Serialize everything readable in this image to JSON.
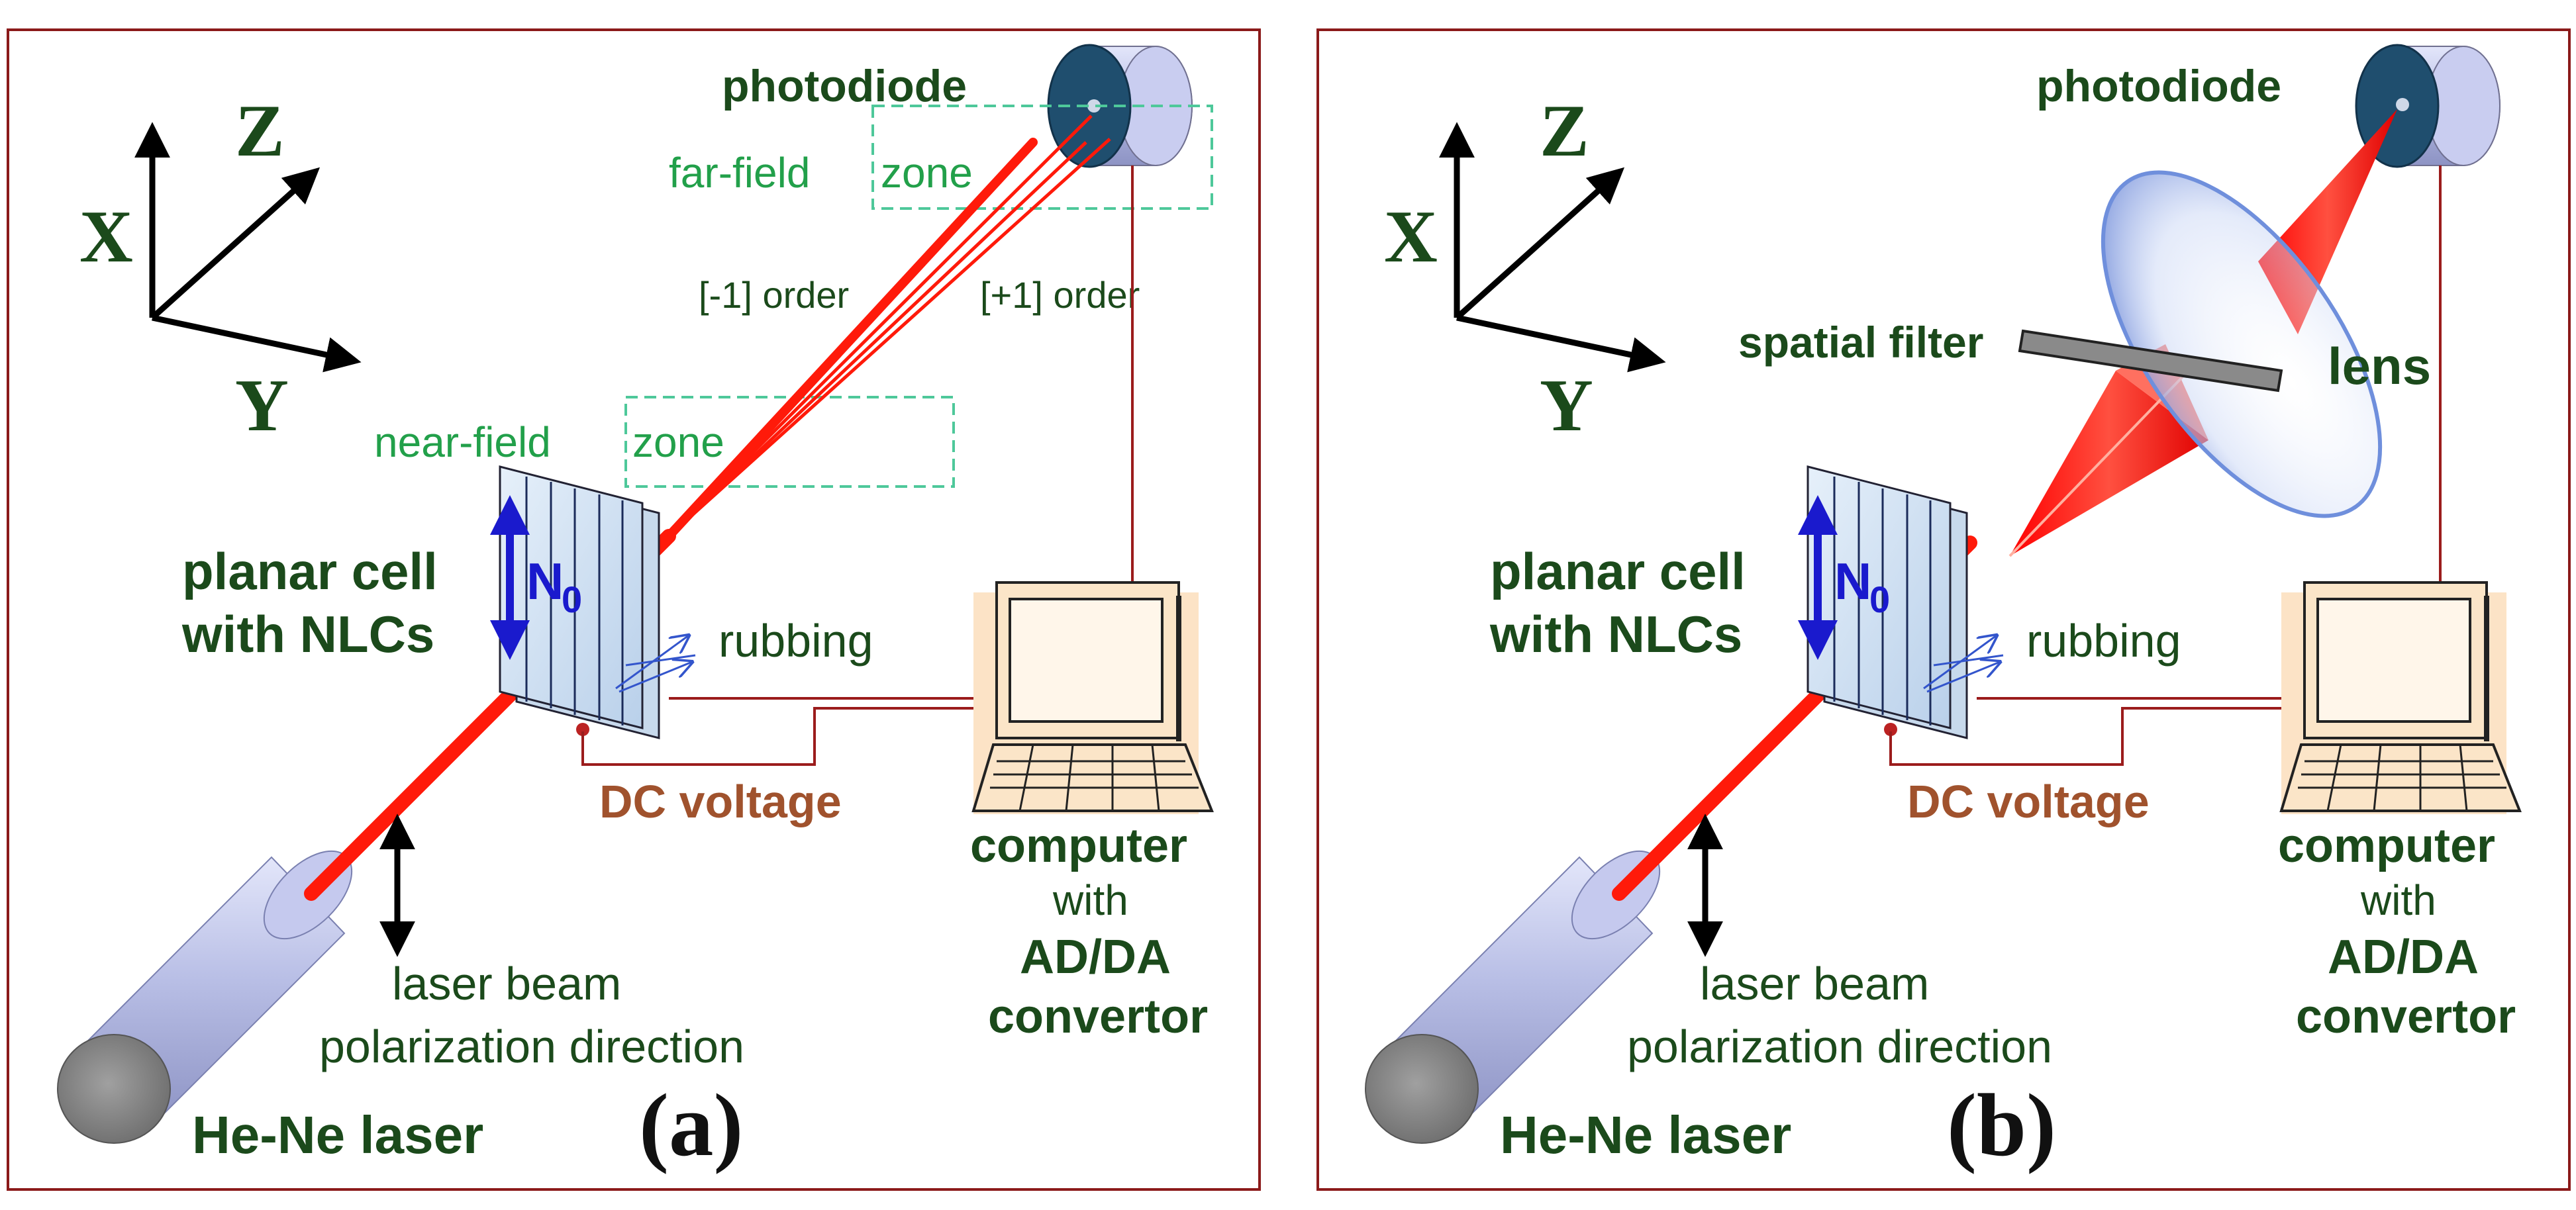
{
  "colors": {
    "frame": "#8b1a1a",
    "beam": "#ff1a0a",
    "text_dark_green": "#1b4a1b",
    "zone_green": "#22a04a",
    "dc_label": "#a0522d",
    "n0_blue": "#1a1acd",
    "wire": "#9b1c1c",
    "cylinder": "#b7bde6",
    "photodiode_face": "#1f4e6e",
    "screen_bg": "#fce3c6"
  },
  "panel_a": {
    "axis_x": "X",
    "axis_y": "Y",
    "axis_z": "Z",
    "photodiode": "photodiode",
    "far_field_1": "far-field",
    "far_field_2": "zone",
    "order_minus": "[-1] order",
    "order_plus": "[+1] order",
    "near_field_1": "near-field",
    "near_field_2": "zone",
    "cell_line1": "planar cell",
    "cell_line2": "with NLCs",
    "n0": "N",
    "n0_sub": "0",
    "rubbing": "rubbing",
    "dc_voltage": "DC voltage",
    "laser_beam": "laser beam",
    "polarization": "polarization direction",
    "computer": "computer",
    "with": "with",
    "adda": "AD/DA",
    "convertor": "convertor",
    "laser": "He-Ne laser",
    "panel_label": "(a)"
  },
  "panel_b": {
    "axis_x": "X",
    "axis_y": "Y",
    "axis_z": "Z",
    "photodiode": "photodiode",
    "spatial_filter": "spatial filter",
    "lens": "lens",
    "cell_line1": "planar cell",
    "cell_line2": "with NLCs",
    "n0": "N",
    "n0_sub": "0",
    "rubbing": "rubbing",
    "dc_voltage": "DC voltage",
    "laser_beam": "laser beam",
    "polarization": "polarization direction",
    "computer": "computer",
    "with": "with",
    "adda": "AD/DA",
    "convertor": "convertor",
    "laser": "He-Ne laser",
    "panel_label": "(b)"
  }
}
